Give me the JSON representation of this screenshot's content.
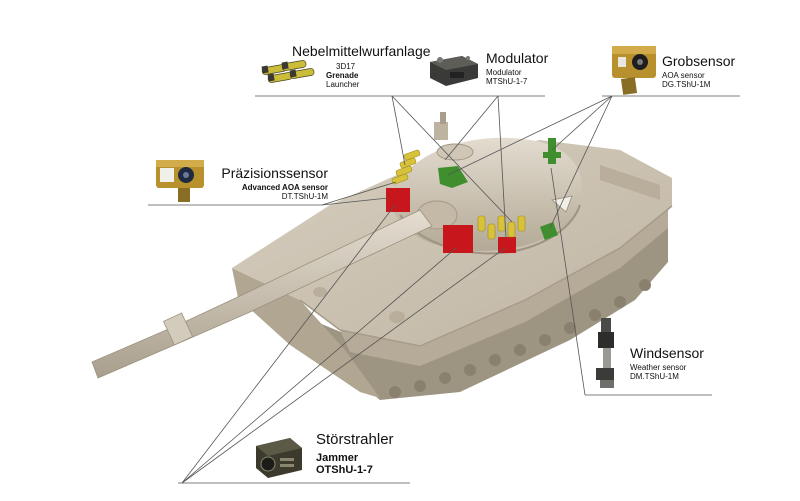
{
  "components": [
    {
      "id": "nebel",
      "title": "Nebelmittelwurfanlage",
      "lines": [
        "3D17",
        "Grenade",
        "Launcher"
      ],
      "icon": "grenade-launcher-icon"
    },
    {
      "id": "modulator",
      "title": "Modulator",
      "lines": [
        "Modulator",
        "MTShU-1-7"
      ],
      "icon": "modulator-box-icon"
    },
    {
      "id": "grob",
      "title": "Grobsensor",
      "lines": [
        "AOA sensor",
        "DG.TShU-1M"
      ],
      "icon": "aoa-sensor-icon"
    },
    {
      "id": "praez",
      "title": "Präzisionssensor",
      "lines": [
        "Advanced AOA sensor",
        "DT.TShU-1M"
      ],
      "icon": "advanced-aoa-sensor-icon"
    },
    {
      "id": "wind",
      "title": "Windsensor",
      "lines": [
        "Weather sensor",
        "DM.TShU-1M"
      ],
      "icon": "weather-sensor-icon"
    },
    {
      "id": "stoer",
      "title": "Störstrahler",
      "lines": [
        "Jammer",
        "OTShU-1-7"
      ],
      "icon": "jammer-icon"
    }
  ],
  "colors": {
    "hull": "#c9bfae",
    "hull_dark": "#a89e8c",
    "hull_light": "#ddd5c6",
    "red_component": "#c8161d",
    "green_component": "#3f8f2e",
    "yellow_component": "#d8c23a",
    "leader_line": "#555555"
  }
}
